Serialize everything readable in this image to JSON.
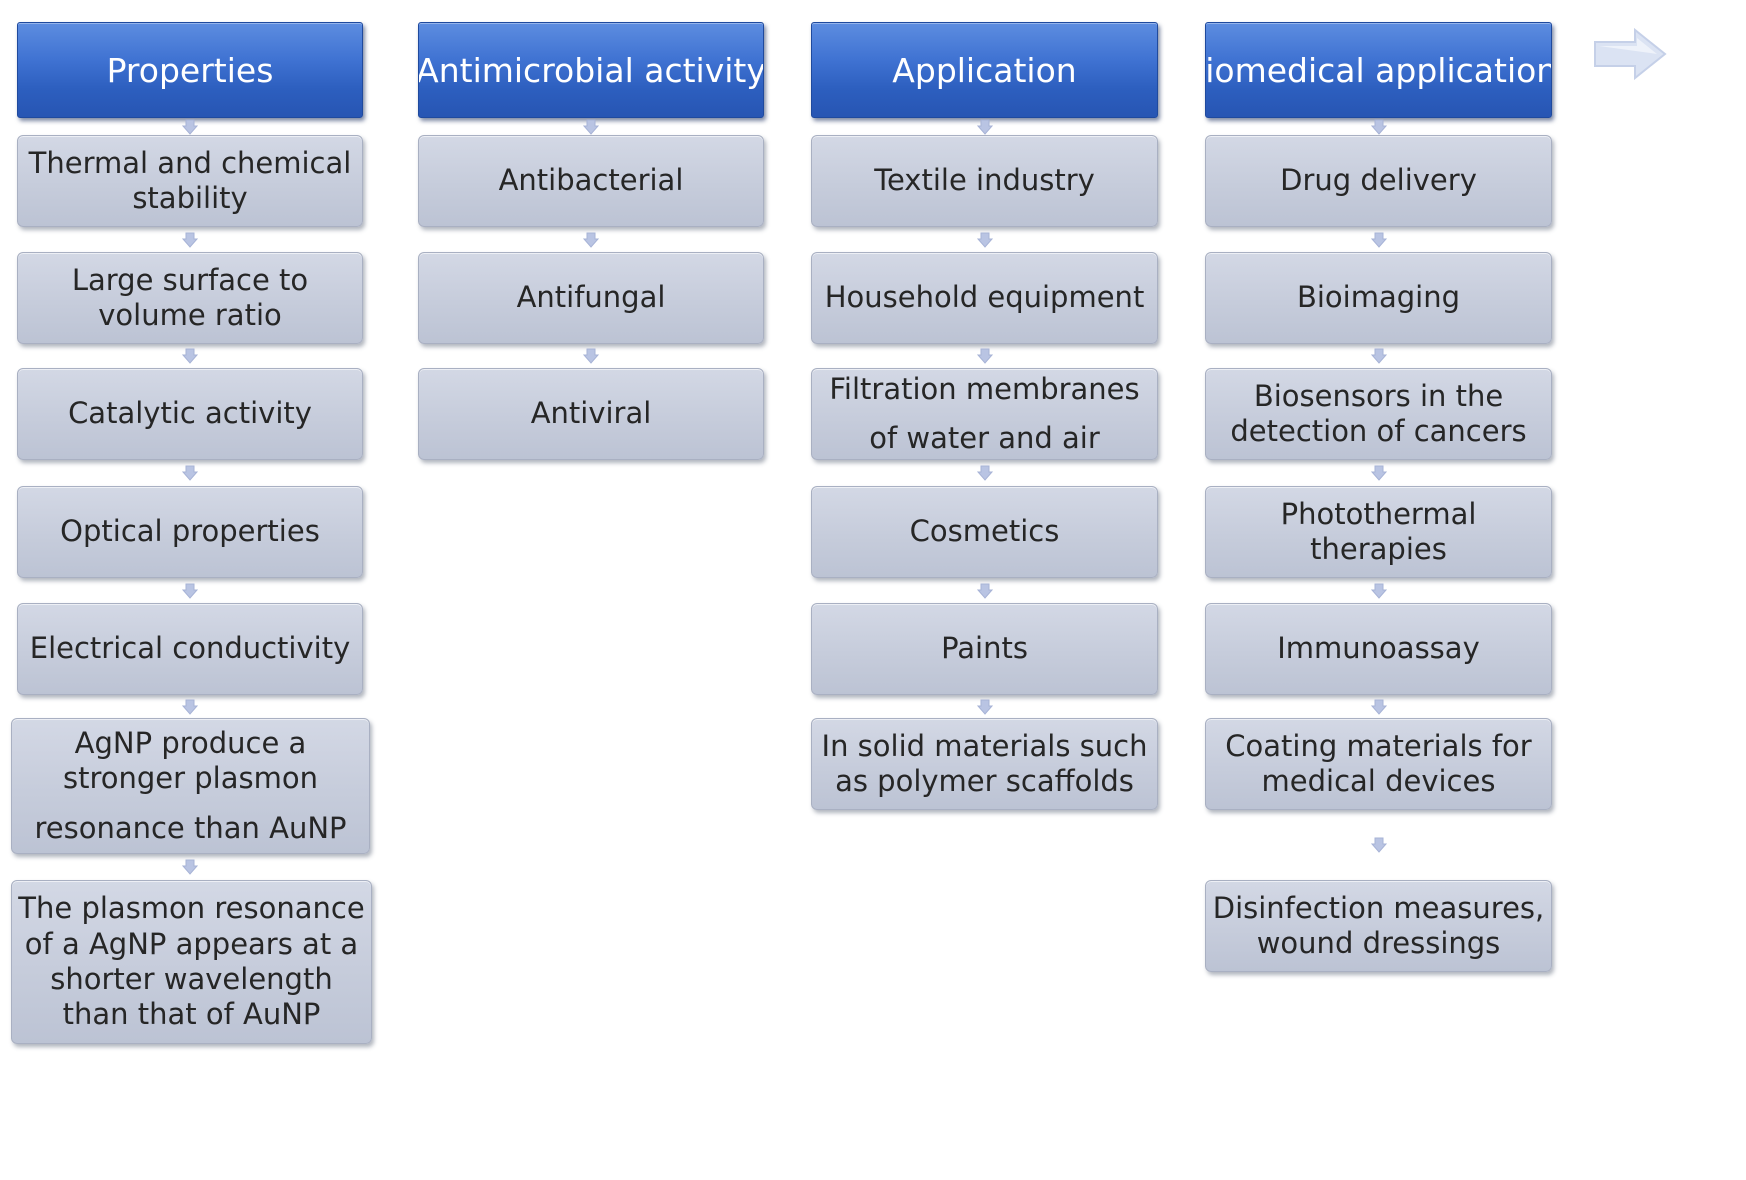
{
  "columns": [
    {
      "header": "Properties",
      "items": [
        [
          "Thermal and chemical stability"
        ],
        [
          "Large surface to volume ratio"
        ],
        [
          "Catalytic activity"
        ],
        [
          "Optical properties"
        ],
        [
          "Electrical conductivity"
        ],
        [
          "AgNP produce a stronger plasmon",
          "resonance than AuNP"
        ],
        [
          "The plasmon resonance of a AgNP appears at a shorter wavelength than that of AuNP"
        ]
      ]
    },
    {
      "header": "Antimicrobial activity",
      "items": [
        [
          "Antibacterial"
        ],
        [
          "Antifungal"
        ],
        [
          "Antiviral"
        ]
      ]
    },
    {
      "header": "Application",
      "items": [
        [
          "Textile industry"
        ],
        [
          "Household equipment"
        ],
        [
          "Filtration membranes",
          "of water and air"
        ],
        [
          "Cosmetics"
        ],
        [
          "Paints"
        ],
        [
          "In solid materials such as polymer scaffolds"
        ]
      ]
    },
    {
      "header": "Biomedical applications",
      "items": [
        [
          "Drug delivery"
        ],
        [
          "Bioimaging"
        ],
        [
          "Biosensors in the detection of cancers"
        ],
        [
          "Photothermal therapies"
        ],
        [
          "Immunoassay"
        ],
        [
          "Coating materials for medical devices"
        ],
        [
          "Disinfection measures, wound dressings"
        ]
      ]
    }
  ],
  "colors": {
    "header_fill": "#3f72d2",
    "box_fill": "#c6ccdb",
    "arrow_fill": "#b9c4e3"
  },
  "overlay_icon": "right-arrow-icon"
}
